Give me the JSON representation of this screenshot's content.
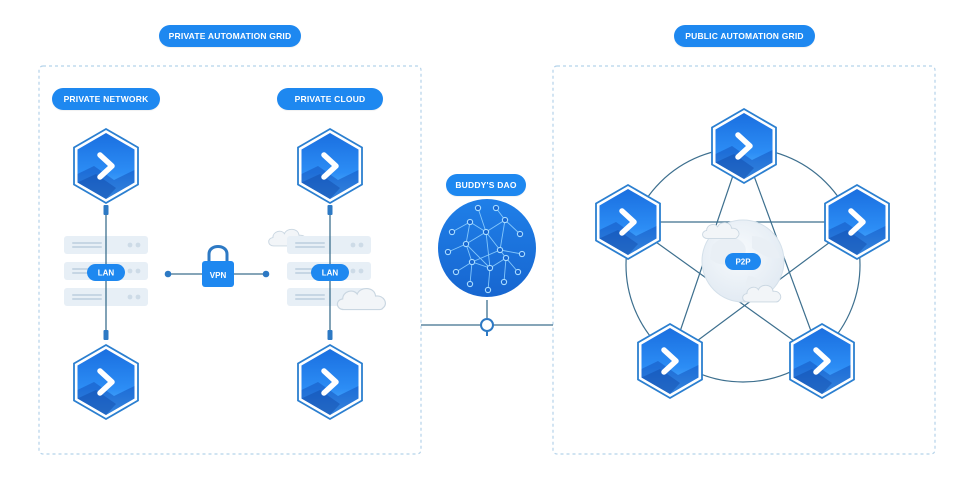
{
  "labels": {
    "private_grid": "PRIVATE AUTOMATION GRID",
    "public_grid": "PUBLIC AUTOMATION GRID",
    "private_network": "PRIVATE NETWORK",
    "private_cloud": "PRIVATE CLOUD",
    "buddys_dao": "BUDDY'S DAO",
    "lan_left": "LAN",
    "lan_right": "LAN",
    "vpn": "VPN",
    "p2p": "P2P"
  },
  "colors": {
    "accent": "#1e88f0",
    "node_dark": "#1565d8",
    "node_light": "#52b4ff",
    "line": "#3d6f8e",
    "dashed_border": "#b5d3ea",
    "server": "#e6eef5",
    "cloud": "#f0f3f6"
  },
  "icons": {
    "node": "buddy-hexagon-icon",
    "server": "server-stack-icon",
    "lock": "padlock-icon",
    "cloud": "cloud-icon",
    "globe": "globe-icon",
    "dao": "network-graph-icon",
    "connector": "connector-ring-icon"
  }
}
